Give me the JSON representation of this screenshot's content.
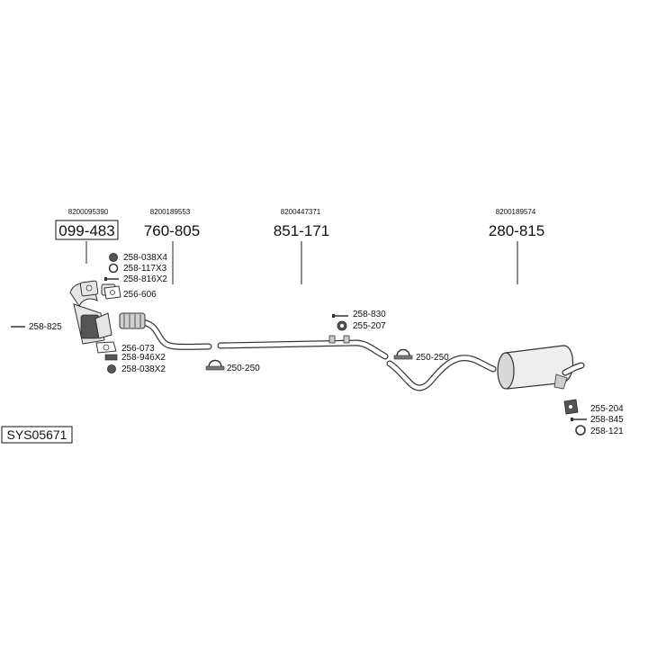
{
  "system_code": "SYS05671",
  "sections": [
    {
      "oe_number": "8200095390",
      "part_number": "099-483",
      "boxed": true
    },
    {
      "oe_number": "8200189553",
      "part_number": "760-805",
      "boxed": false
    },
    {
      "oe_number": "8200447371",
      "part_number": "851-171",
      "boxed": false
    },
    {
      "oe_number": "8200189574",
      "part_number": "280-815",
      "boxed": false
    }
  ],
  "part_labels": {
    "p258_038x4": "258-038X4",
    "p258_117x3": "258-117X3",
    "p258_816x2": "258-816X2",
    "p256_606": "256-606",
    "p258_825": "258-825",
    "p256_073": "256-073",
    "p258_946x2": "258-946X2",
    "p258_038x2": "258-038X2",
    "p250_250_a": "250-250",
    "p258_830": "258-830",
    "p255_207": "255-207",
    "p250_250_b": "250-250",
    "p255_204": "255-204",
    "p258_845": "258-845",
    "p258_121": "258-121"
  }
}
